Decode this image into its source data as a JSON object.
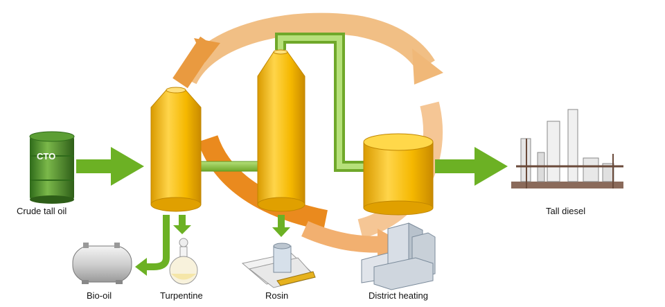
{
  "labels": {
    "crude_tall_oil": "Crude tall oil",
    "cto_drum": "CTO",
    "tall_diesel": "Tall diesel",
    "bio_oil": "Bio-oil",
    "turpentine": "Turpentine",
    "rosin": "Rosin",
    "district_heating": "District heating"
  },
  "colors": {
    "green_arrow": "#6cb124",
    "pipe_green": "#8cc63f",
    "tank_yellow": "#f2b400",
    "tank_light": "#ffd84a",
    "cycle_orange": "#ea8a1e",
    "cycle_light": "#f4c58d",
    "drum_green": "#4e8a2a"
  },
  "icons": [
    "cto-drum-icon",
    "oil-tank-icon",
    "flask-icon",
    "rosin-papers-icon",
    "district-heating-buildings-icon",
    "refinery-icon"
  ]
}
